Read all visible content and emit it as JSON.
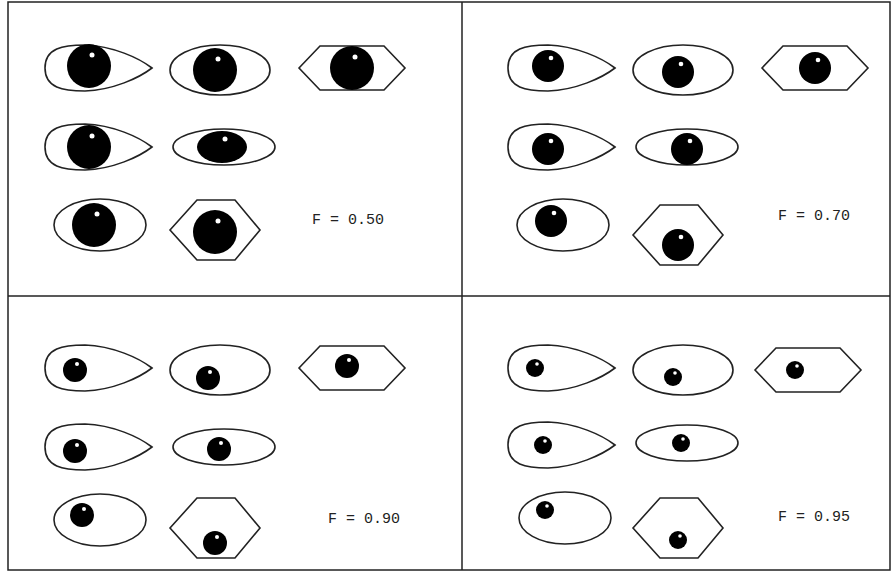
{
  "diagram": {
    "labels": [
      "F = 0.50",
      "F = 0.70",
      "F = 0.90",
      "F = 0.95"
    ]
  }
}
